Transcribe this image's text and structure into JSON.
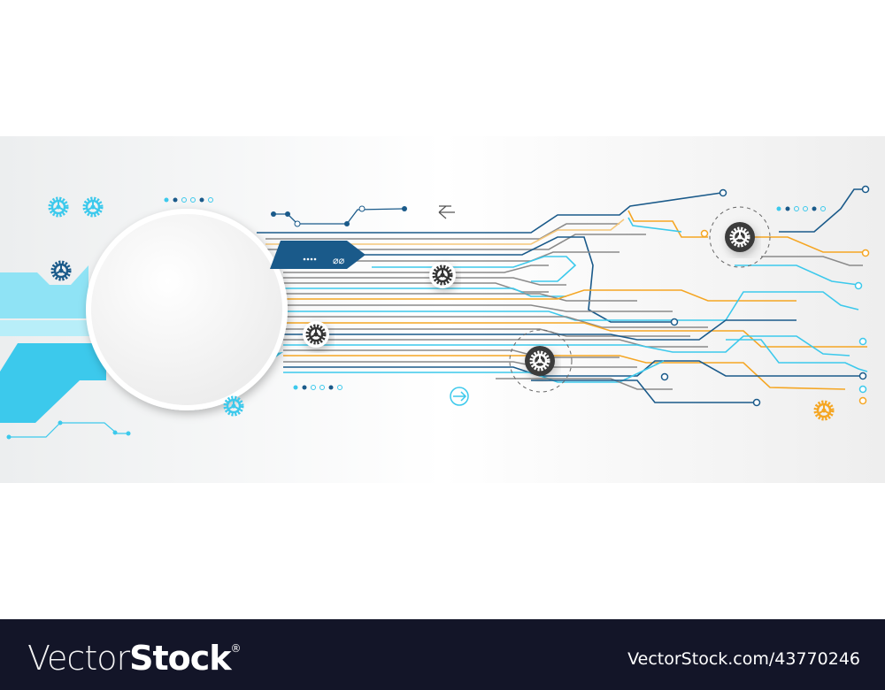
{
  "illustration": {
    "description": "Abstract technology circuit board banner with blank white circle",
    "colors": {
      "background": "#f2f2f2",
      "dark_blue": "#1a5a8a",
      "cyan": "#3dc8ea",
      "orange": "#f5a623",
      "gray": "#8a8a8a",
      "gear_dark": "#3b3b3b"
    }
  },
  "watermark": {
    "brand_light": "Vector",
    "brand_bold": "Stock",
    "registered": "®",
    "stock_id": "VectorStock.com/43770246"
  }
}
